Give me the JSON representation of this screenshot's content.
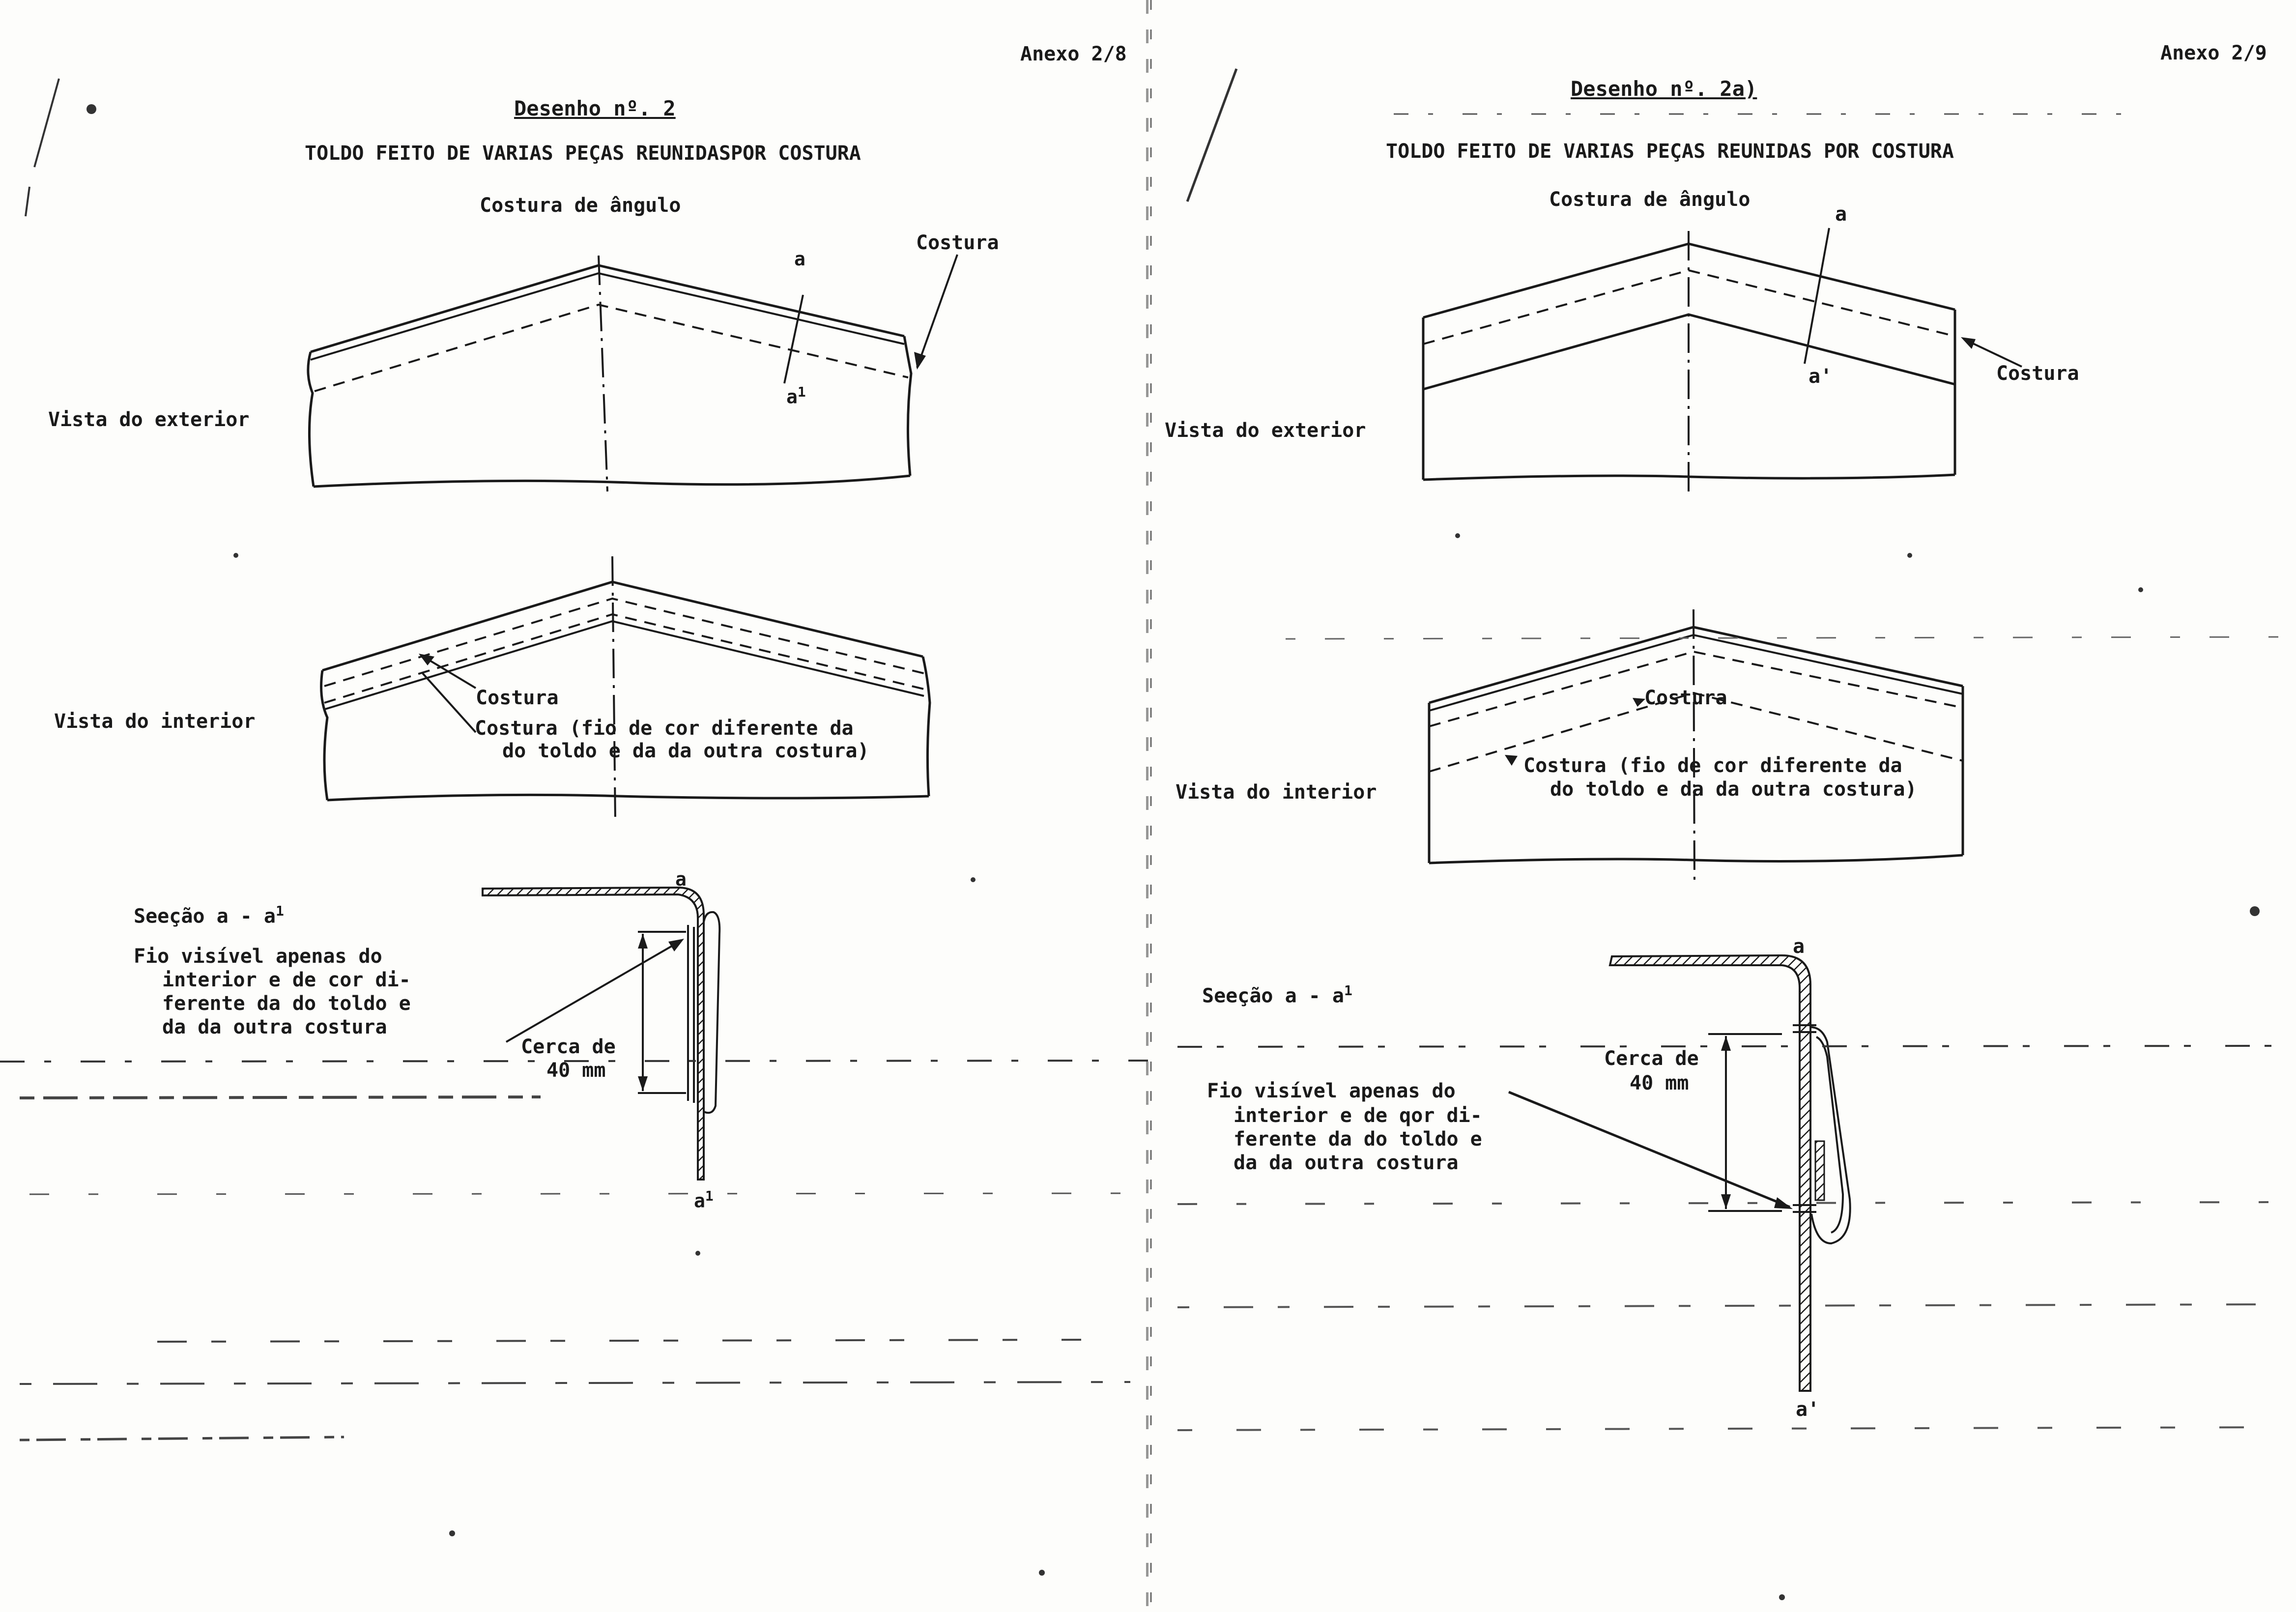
{
  "left_page": {
    "annex": "Anexo 2/8",
    "drawing_title": "Desenho nº. 2",
    "main_title": "TOLDO FEITO DE VARIAS PEÇAS REUNIDASPOR COSTURA",
    "angle_seam": "Costura de ângulo",
    "seam_label": "Costura",
    "exterior_view": "Vista do exterior",
    "interior_view": "Vista do interior",
    "interior_seam": "Costura",
    "interior_seam_desc_1": "Costura (fio de cor diferente da",
    "interior_seam_desc_2": "do toldo e da da outra costura)",
    "point_a": "a",
    "point_a1": "a",
    "point_a1_sup": "1",
    "section_a": "a",
    "section_a1": "a",
    "section_a1_sup": "1",
    "section_label": "Seeção a - a",
    "section_sup": "1",
    "thread_note": [
      "Fio visível apenas do",
      "interior e de cor di-",
      "ferente da do toldo e",
      "da da outra costura"
    ],
    "approx_1": "Cerca de",
    "approx_2": "40 mm"
  },
  "right_page": {
    "annex": "Anexo 2/9",
    "drawing_title": "Desenho nº. 2a)",
    "main_title": "TOLDO FEITO DE VARIAS PEÇAS REUNIDAS POR COSTURA",
    "angle_seam": "Costura de ângulo",
    "seam_label": "Costura",
    "exterior_view": "Vista do exterior",
    "interior_view": "Vista do interior",
    "interior_seam": "Costura",
    "interior_seam_desc_1": "Costura (fio de cor diferente da",
    "interior_seam_desc_2": "do toldo e da da outra costura)",
    "point_a": "a",
    "point_a_prime": "a'",
    "section_a": "a",
    "section_a_prime": "a'",
    "section_label": "Seeção a - a",
    "section_sup": "1",
    "thread_note": [
      "Fio visível apenas do",
      "interior e de qor di-",
      "ferente da do toldo e",
      "da da outra costura"
    ],
    "approx_1": "Cerca de",
    "approx_2": "40 mm"
  }
}
